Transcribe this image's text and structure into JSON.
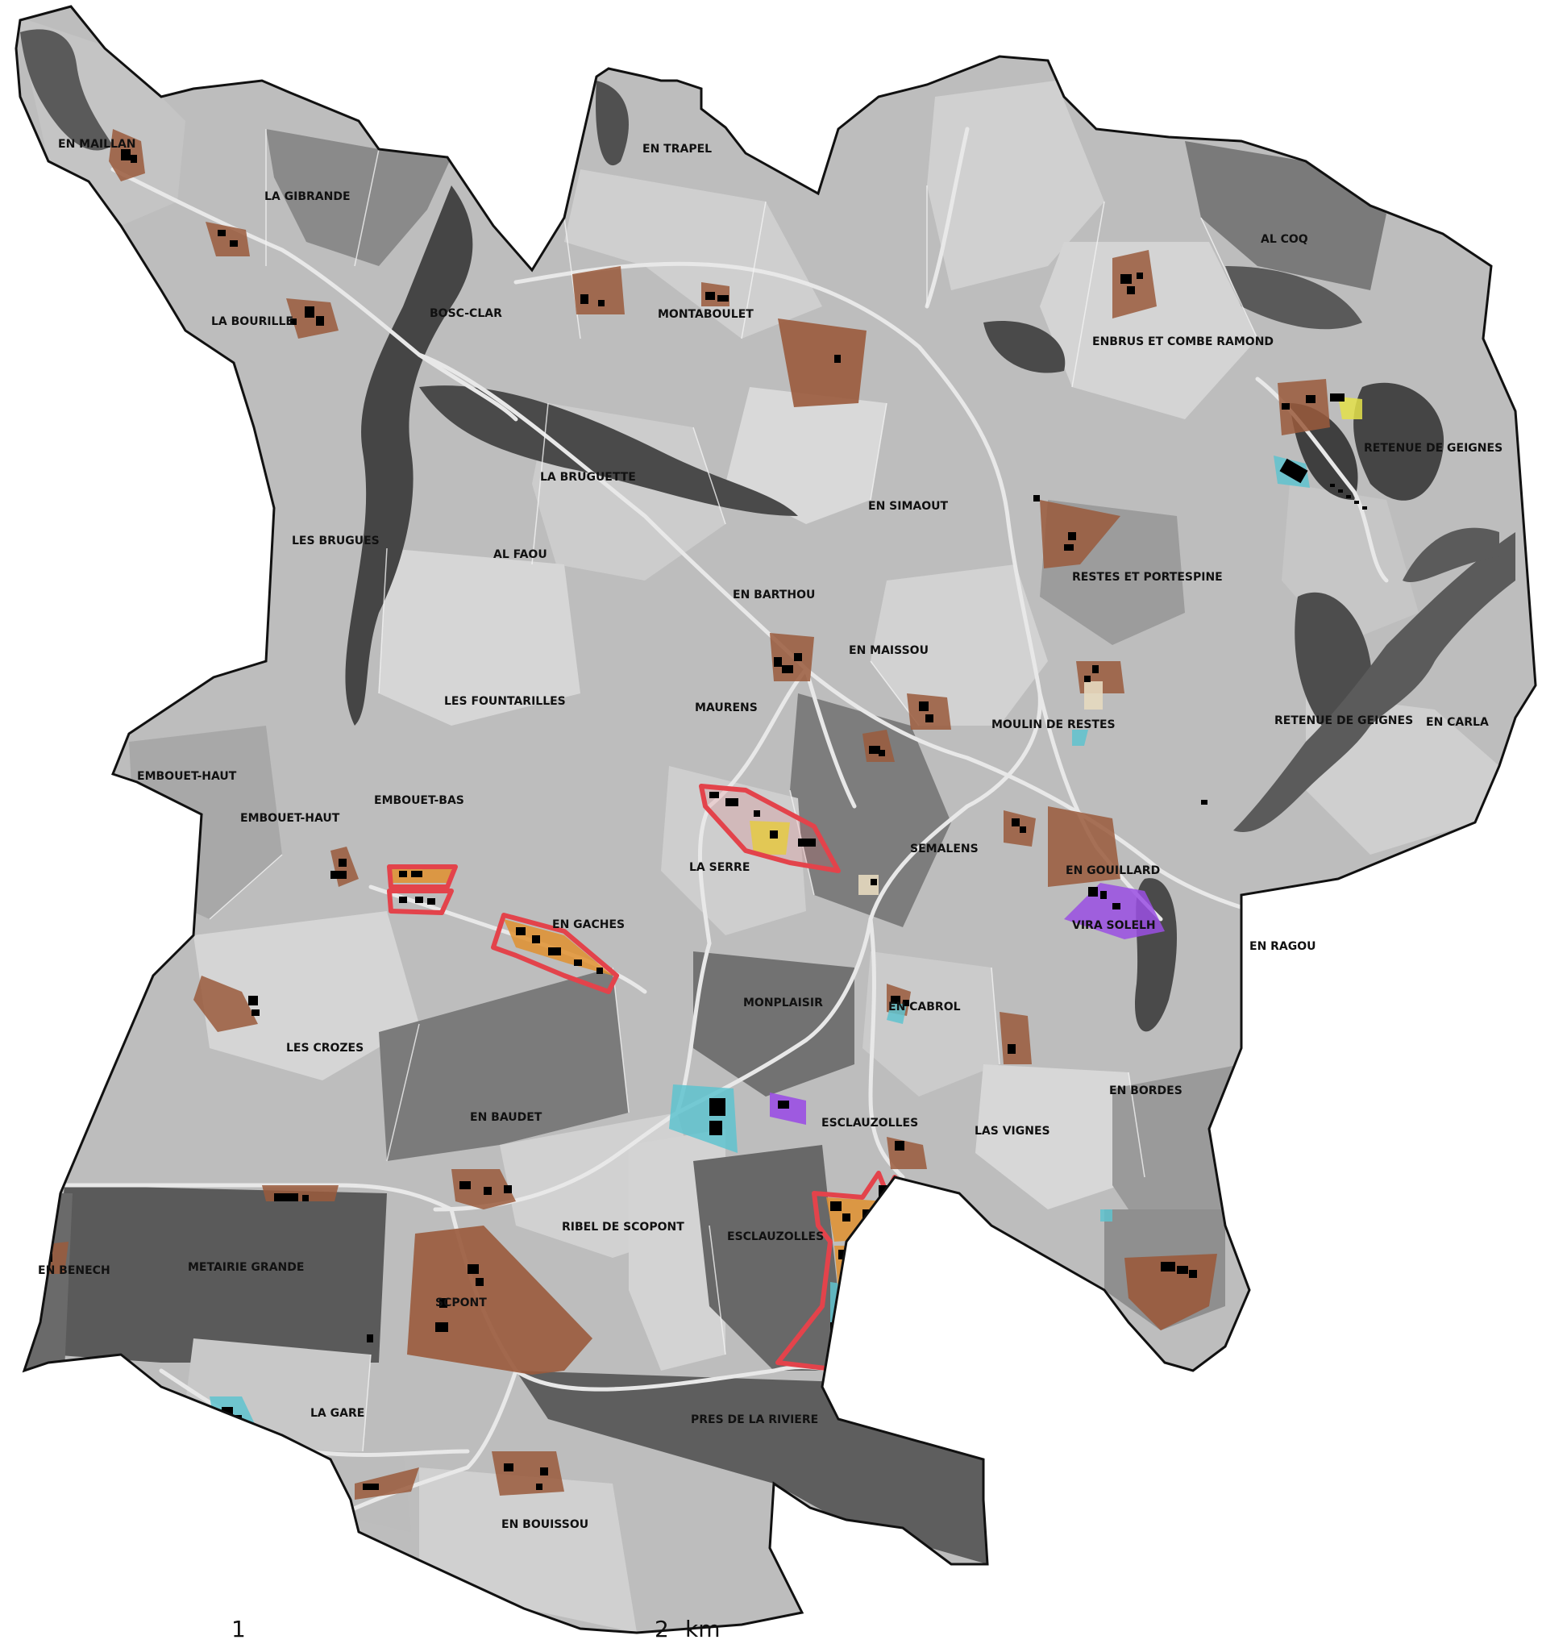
{
  "colors": {
    "field_light": "#c9c9c9",
    "field_mid": "#a6a6a6",
    "field_dark": "#6f6f6f",
    "forest": "#4a4a4a",
    "water": "#5c5c5c",
    "boundary": "#111111",
    "zone_brown": "#9a5a3c",
    "zone_orange": "#e0902f",
    "zone_cyan": "#5fc3cf",
    "zone_yellow": "#e4e24a",
    "zone_purple": "#9a4fe3",
    "zone_beige": "#e6d9bf",
    "zone_outline_red": "#e3434b",
    "building": "#000000"
  },
  "places": [
    "EN MAILLAN",
    "LA GIBRANDE",
    "LA BOURILLE",
    "BOSC-CLAR",
    "EN TRAPEL",
    "MONTABOULET",
    "AL COQ",
    "ENBRUS ET COMBE RAMOND",
    "RETENUE DE GEIGNES",
    "LA BRUGUETTE",
    "EN SIMAOUT",
    "LES BRUGUES",
    "AL FAOU",
    "RESTES ET PORTESPINE",
    "EN BARTHOU",
    "EN MAISSOU",
    "LES FOUNTARILLES",
    "MAURENS",
    "MOULIN DE RESTES",
    "RETENUE DE GEIGNES",
    "EN CARLA",
    "EMBOUET-HAUT",
    "EMBOUET-HAUT",
    "EMBOUET-BAS",
    "SEMALENS",
    "LA SERRE",
    "EN GOUILLARD",
    "VIRA SOLELH",
    "EN GACHES",
    "EN RAGOU",
    "MONPLAISIR",
    "EN CABROL",
    "LES CROZES",
    "EN BORDES",
    "EN BAUDET",
    "ESCLAUZOLLES",
    "LAS VIGNES",
    "RIBEL DE SCOPONT",
    "ESCLAUZOLLES",
    "EN BENECH",
    "METAIRIE GRANDE",
    "SCPONT",
    "LA GARE",
    "PRES DE LA RIVIERE",
    "EN BOUISSOU"
  ],
  "scale": {
    "tick_1": "1",
    "tick_2": "2",
    "unit": "km"
  }
}
